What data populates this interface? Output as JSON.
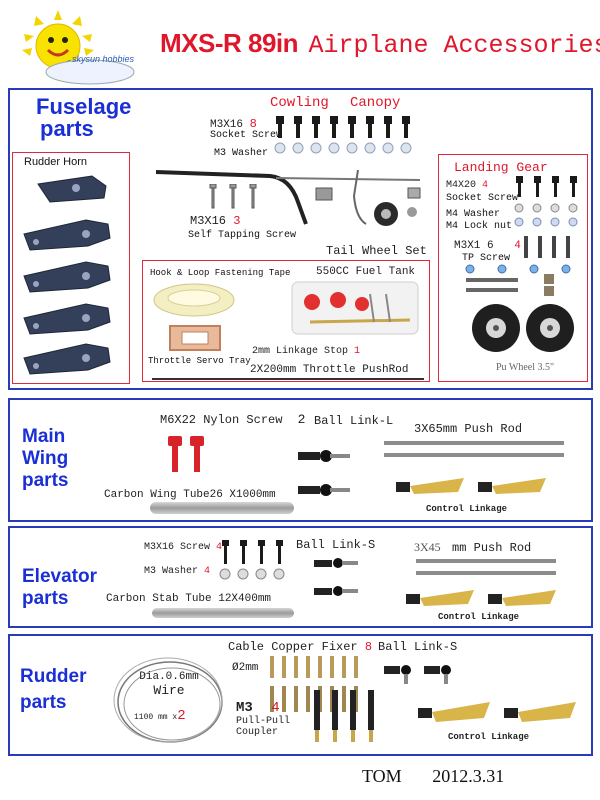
{
  "header": {
    "brand": "skysun hobbies",
    "title_model": "MXS-R 89in",
    "title_rest": "Airplane Accessories"
  },
  "fuselage": {
    "title_line1": "Fuselage",
    "title_line2": "parts",
    "rudder_horn": "Rudder Horn",
    "cowling": "Cowling",
    "canopy": "Canopy",
    "m3x16_label": "M3X16",
    "m3x16_qty": "8",
    "socket_screw": "Socket Screw",
    "m3_washer": "M3 Washer",
    "tapping_label": "M3X16",
    "tapping_qty": "3",
    "tapping_desc": "Self Tapping Screw",
    "tail_wheel": "Tail Wheel Set",
    "hook_loop": "Hook & Loop Fastening Tape",
    "fuel_tank": "550CC Fuel Tank",
    "servo_tray": "Throttle Servo Tray",
    "linkage_stop": "2mm Linkage Stop",
    "linkage_stop_qty": "1",
    "pushrod": "2X200mm",
    "pushrod_desc": "Throttle PushRod",
    "landing_gear": "Landing Gear",
    "m4x20": "M4X20",
    "m4x20_qty": "4",
    "lg_socket": "Socket Screw",
    "m4_washer": "M4  Washer",
    "m4_lock": "M4 Lock nut",
    "m3x16_tp": "M3X1 6",
    "m3x16_tp_qty": "4",
    "tp_screw": "TP Screw",
    "pu_wheel": "Pu Wheel 3.5\""
  },
  "main_wing": {
    "title_line1": "Main",
    "title_line2": "Wing",
    "title_line3": "parts",
    "m6x22": "M6X22 Nylon Screw",
    "m6x22_qty": "2",
    "ball_link_l": "Ball Link-L",
    "push_rod": "3X65mm Push Rod",
    "tube_a": "Carbon Wing Tube",
    "tube_b": "26 X1000mm",
    "control_linkage": "Control Linkage"
  },
  "elevator": {
    "title_line1": "Elevator",
    "title_line2": "parts",
    "m3x16": "M3X16 Screw",
    "m3x16_qty": "4",
    "m3_washer": "M3 Washer",
    "m3_washer_qty": "4",
    "ball_link_s": "Ball Link-S",
    "push_rod_a": "3X45",
    "push_rod_b": "mm Push Rod",
    "tube_a": "Carbon  Stab Tube 12X4",
    "tube_b": "00mm",
    "control_linkage": "Control Linkage"
  },
  "rudder": {
    "title_line1": "Rudder",
    "title_line2": "parts",
    "wire_dia": "Dia.0.6mm",
    "wire": "Wire",
    "wire_len": "1100 mm x",
    "wire_qty": "2",
    "cable_fixer": "Cable Copper Fixer",
    "cable_fixer_qty": "8",
    "fixer_size": "Ø2mm",
    "ball_link_s": "Ball Link-S",
    "coupler_m3": "M3",
    "coupler_qty": "4",
    "coupler_a": "Pull-Pull",
    "coupler_b": "Coupler",
    "control_linkage": "Control Linkage"
  },
  "footer": {
    "author": "TOM",
    "date": "2012.3.31"
  }
}
